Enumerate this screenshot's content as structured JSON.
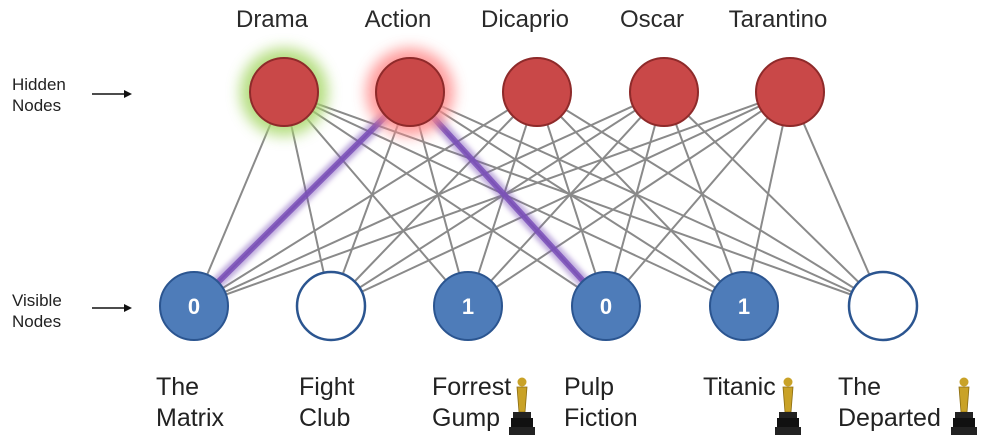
{
  "side_labels": {
    "hidden": [
      "Hidden",
      "Nodes"
    ],
    "visible": [
      "Visible",
      "Nodes"
    ]
  },
  "hidden_nodes": [
    {
      "label": "Drama",
      "glow": "#a8d86a"
    },
    {
      "label": "Action",
      "glow": "#ff8a8a"
    },
    {
      "label": "Dicaprio",
      "glow": ""
    },
    {
      "label": "Oscar",
      "glow": ""
    },
    {
      "label": "Tarantino",
      "glow": ""
    }
  ],
  "visible_nodes": [
    {
      "value": "0",
      "filled": true,
      "title": [
        "The",
        "Matrix"
      ],
      "oscar": false
    },
    {
      "value": "",
      "filled": false,
      "title": [
        "Fight",
        "Club"
      ],
      "oscar": false
    },
    {
      "value": "1",
      "filled": true,
      "title": [
        "Forrest",
        "Gump"
      ],
      "oscar": true
    },
    {
      "value": "0",
      "filled": true,
      "title": [
        "Pulp",
        "Fiction"
      ],
      "oscar": false
    },
    {
      "value": "1",
      "filled": true,
      "title": [
        "Titanic",
        ""
      ],
      "oscar": true
    },
    {
      "value": "",
      "filled": false,
      "title": [
        "The",
        "Departed"
      ],
      "oscar": true
    }
  ],
  "highlighted_edges": [
    {
      "hidden": 1,
      "visible": 0
    },
    {
      "hidden": 1,
      "visible": 3
    }
  ],
  "colors": {
    "hidden_fill": "#c94848",
    "hidden_stroke": "#8e2a2a",
    "visible_fill": "#4e7cb9",
    "visible_stroke": "#2b5590",
    "edge": "#8a8a8a",
    "highlight": "#7a4fb8",
    "oscar_gold": "#c9a227"
  },
  "icons": {
    "arrow": "arrow-right-icon",
    "award": "oscar-statuette-icon"
  }
}
